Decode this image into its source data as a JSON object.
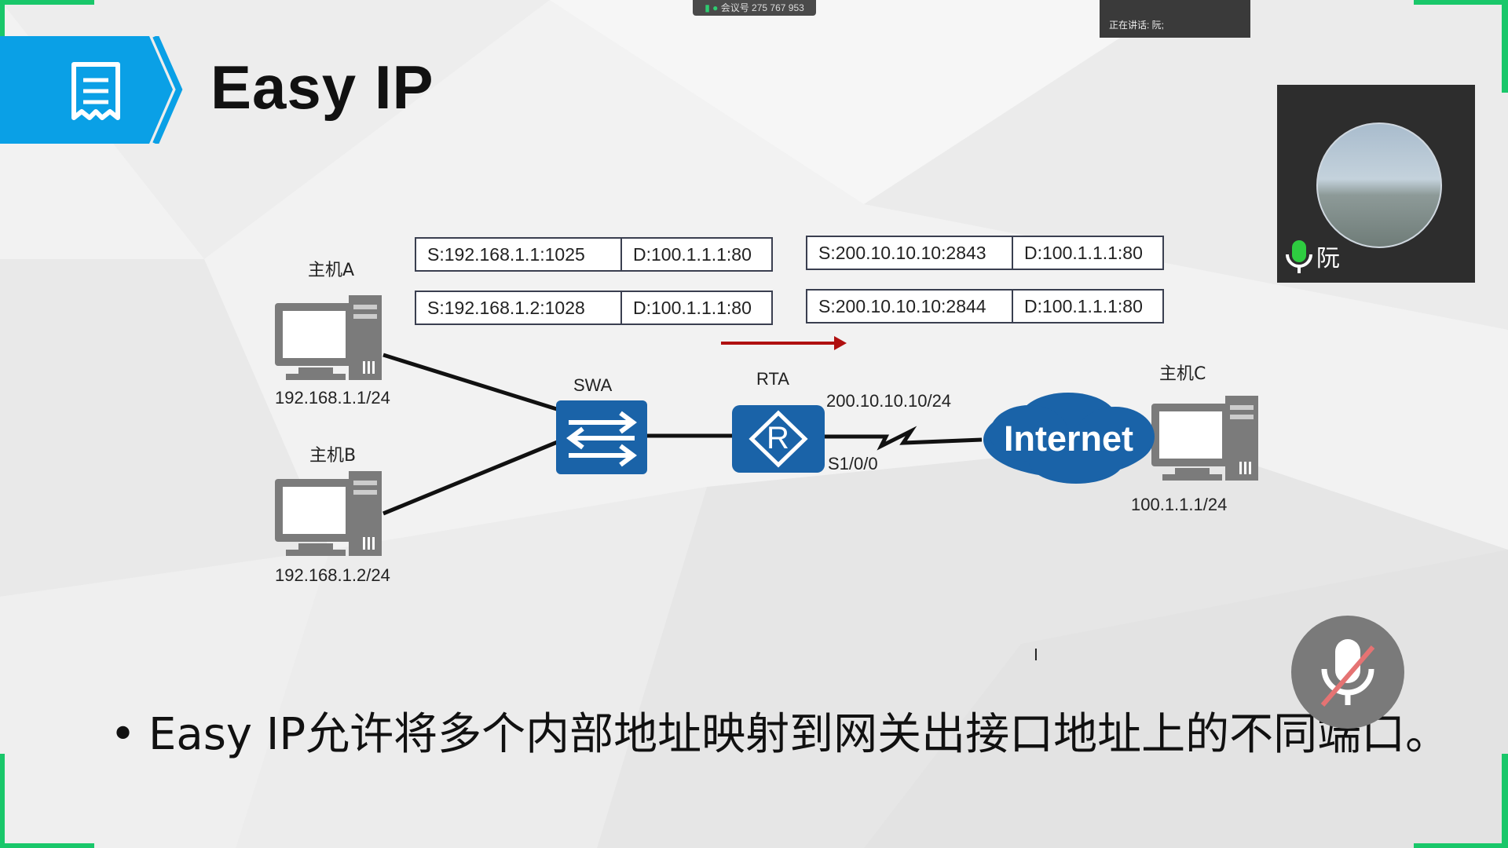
{
  "meeting": {
    "id_text": "会议号 275 767 953",
    "speaking_text": "正在讲话: 阮;",
    "participant_name": "阮"
  },
  "slide": {
    "title": "Easy IP",
    "bullet": "Easy  IP允许将多个内部地址映射到网关出接口地址上的不同端口。",
    "packets_inside": [
      {
        "src": "S:192.168.1.1:1025",
        "dst": "D:100.1.1.1:80"
      },
      {
        "src": "S:192.168.1.2:1028",
        "dst": "D:100.1.1.1:80"
      }
    ],
    "packets_outside": [
      {
        "src": "S:200.10.10.10:2843",
        "dst": "D:100.1.1.1:80"
      },
      {
        "src": "S:200.10.10.10:2844",
        "dst": "D:100.1.1.1:80"
      }
    ],
    "hosts": {
      "a": {
        "name": "主机A",
        "ip": "192.168.1.1/24"
      },
      "b": {
        "name": "主机B",
        "ip": "192.168.1.2/24"
      },
      "c": {
        "name": "主机C",
        "ip": "100.1.1.1/24"
      }
    },
    "switch_label": "SWA",
    "router_label": "RTA",
    "router_ip": "200.10.10.10/24",
    "router_interface": "S1/0/0",
    "cloud_label": "Internet",
    "router_glyph": "R"
  },
  "colors": {
    "accent_blue": "#0aa0e6",
    "device_blue": "#1a63a8",
    "arrow_red": "#b01010",
    "corner_green": "#19c76a"
  },
  "icons": [
    "document-icon",
    "computer-icon",
    "switch-icon",
    "router-icon",
    "cloud-icon",
    "microphone-icon",
    "microphone-muted-icon",
    "signal-icon"
  ]
}
